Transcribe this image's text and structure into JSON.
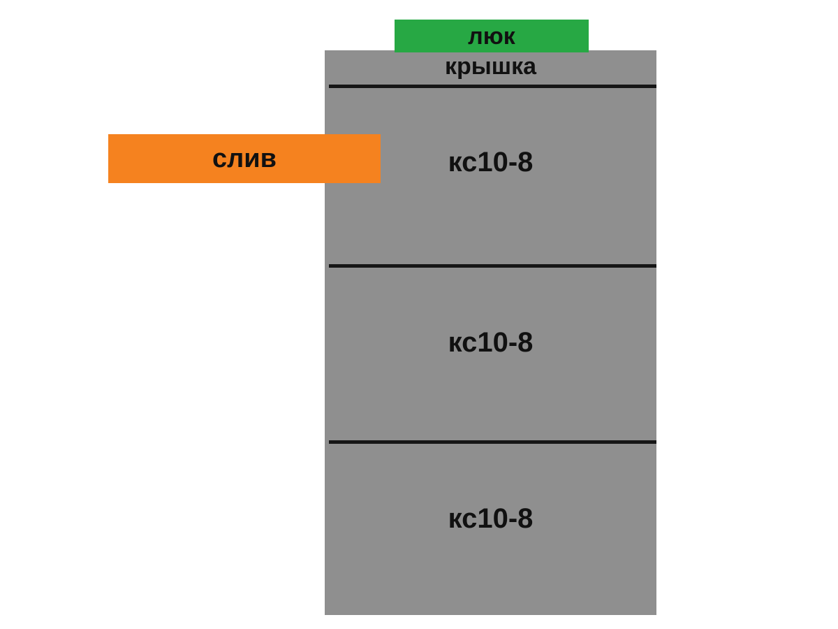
{
  "diagram": {
    "title": "concrete-ring-well-diagram",
    "hatch_label": "люк",
    "cover_label": "крышка",
    "drain_label": "слив",
    "rings": [
      {
        "label": "кс10-8"
      },
      {
        "label": "кс10-8"
      },
      {
        "label": "кс10-8"
      }
    ],
    "colors": {
      "hatch_green": "#27a844",
      "body_gray": "#8f8f8f",
      "drain_orange": "#f5821f",
      "divider_black": "#161616",
      "background": "#ffffff",
      "text": "#111111"
    }
  }
}
